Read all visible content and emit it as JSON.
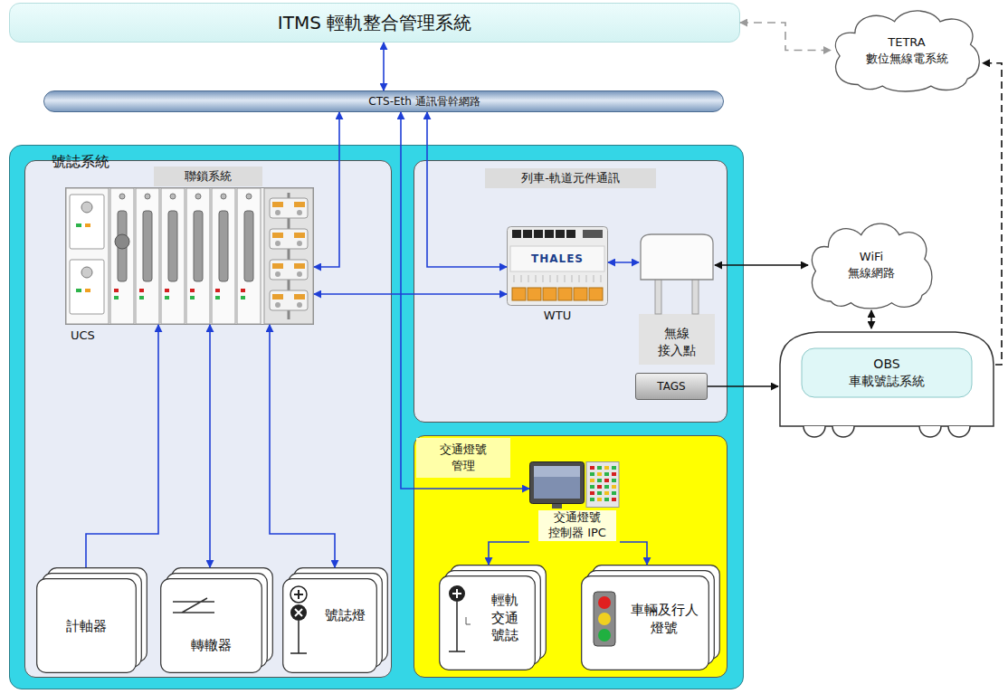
{
  "diagram": {
    "nodes": [
      {
        "text": [
          "ITMS 輕軌整合管理系統"
        ]
      },
      {
        "text": [
          "TETRA 數位無線電系統"
        ]
      },
      {
        "text": [
          "CTS-Eth 通訊骨幹網路"
        ]
      },
      {
        "text": [
          "號誌系統"
        ]
      },
      {
        "text": [
          "聯鎖系統"
        ],
        "in": 3
      },
      {
        "text": [
          "UCS"
        ],
        "in": 4
      },
      {
        "text": [
          "計軸器"
        ],
        "in": 4
      },
      {
        "text": [
          "轉轍器"
        ],
        "in": 4
      },
      {
        "text": [
          "號誌燈"
        ],
        "in": 4
      },
      {
        "text": [
          "列車-軌道元件通訊"
        ],
        "in": 3
      },
      {
        "text": [
          "THALES",
          "WTU"
        ],
        "in": 9
      },
      {
        "text": [
          "無線 接入點"
        ],
        "in": 9
      },
      {
        "text": [
          "TAGS"
        ],
        "in": 9
      },
      {
        "text": [
          "交通燈號 管理"
        ],
        "in": 3
      },
      {
        "text": [
          "交通燈號 控制器 IPC"
        ],
        "in": 13
      },
      {
        "text": [
          "輕軌 交通 號誌"
        ],
        "in": 13
      },
      {
        "text": [
          "車輛及行人 燈號"
        ],
        "in": 13
      },
      {
        "text": [
          "WiFi 無線網路"
        ]
      },
      {
        "text": [
          "OBS 車載號誌系統"
        ]
      }
    ],
    "edges": [
      {
        "from": 0,
        "to": 2,
        "arrow": "both"
      },
      {
        "from": 0,
        "to": 1,
        "arrow": "both"
      },
      {
        "from": 2,
        "to": 5,
        "arrow": "both"
      },
      {
        "from": 2,
        "to": 10,
        "arrow": "both"
      },
      {
        "from": 2,
        "to": 14,
        "arrow": "both"
      },
      {
        "from": 5,
        "to": 10,
        "arrow": "both"
      },
      {
        "from": 10,
        "to": 11,
        "arrow": "both"
      },
      {
        "from": 11,
        "to": 17,
        "arrow": "both"
      },
      {
        "from": 17,
        "to": 18,
        "arrow": "both"
      },
      {
        "from": 12,
        "to": 18,
        "arrow": "to"
      },
      {
        "from": 18,
        "to": 1,
        "arrow": "to"
      },
      {
        "from": 6,
        "to": 5,
        "arrow": "to"
      },
      {
        "from": 5,
        "to": 7,
        "arrow": "both"
      },
      {
        "from": 5,
        "to": 8,
        "arrow": "both"
      },
      {
        "from": 14,
        "to": 15,
        "arrow": "to"
      },
      {
        "from": 14,
        "to": 16,
        "arrow": "to"
      }
    ]
  }
}
